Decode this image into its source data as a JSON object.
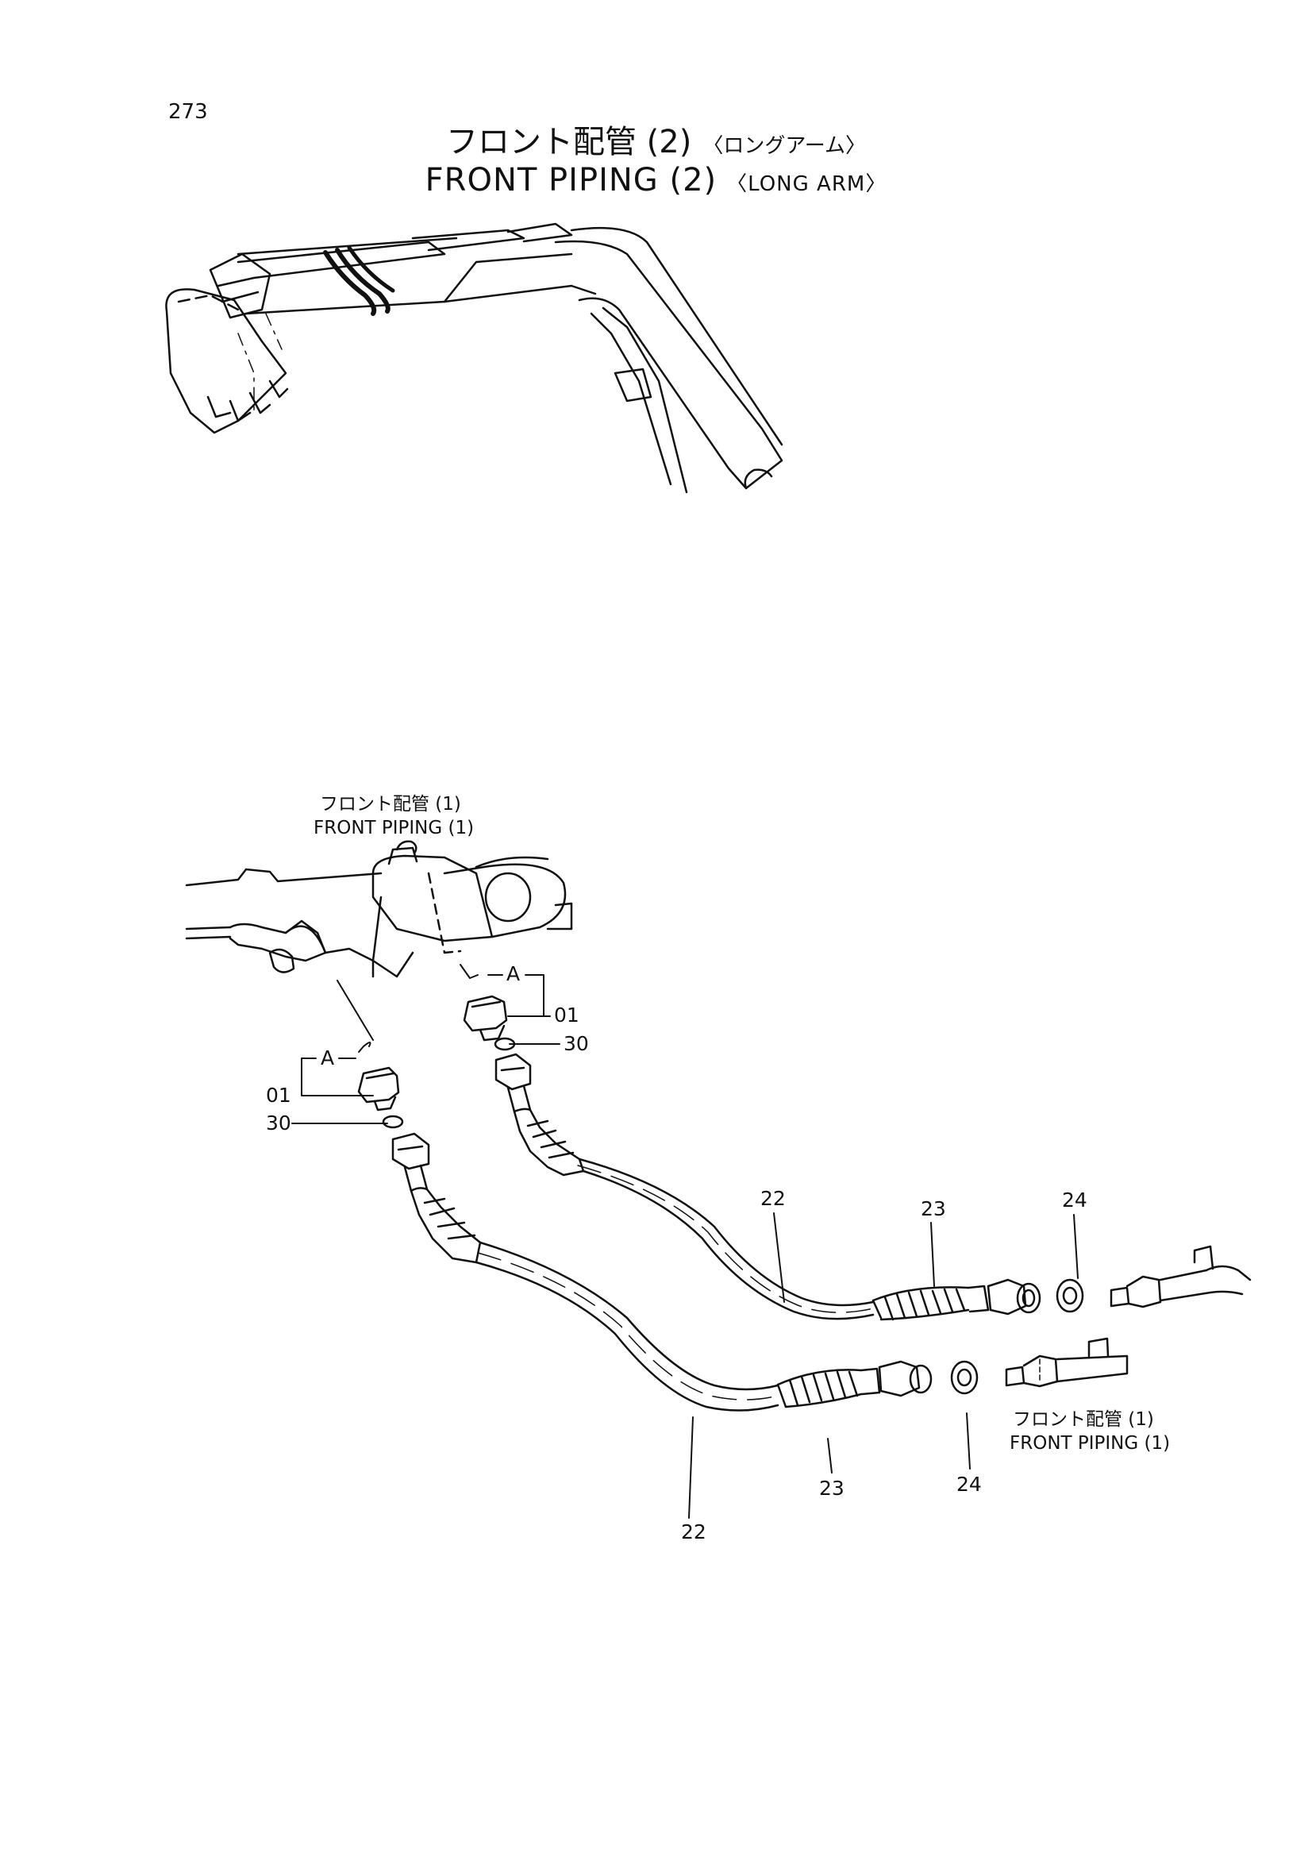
{
  "page_number": "273",
  "title": {
    "jp": "フロント配管 (2)",
    "jp_sub": "〈ロングアーム〉",
    "en": "FRONT PIPING (2)",
    "en_sub": "〈LONG ARM〉"
  },
  "references": {
    "top": {
      "jp": "フロント配管 (1)",
      "en": "FRONT PIPING (1)"
    },
    "bottom": {
      "jp": "フロント配管 (1)",
      "en": "FRONT PIPING (1)"
    }
  },
  "detail_label": "A",
  "callouts": {
    "p01": "01",
    "p22": "22",
    "p23": "23",
    "p24": "24",
    "p30": "30"
  }
}
